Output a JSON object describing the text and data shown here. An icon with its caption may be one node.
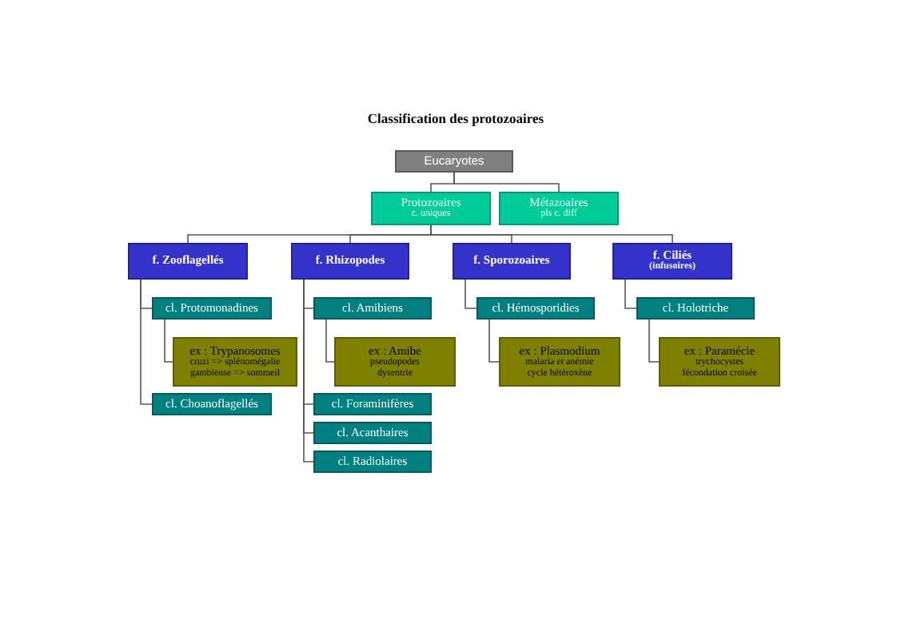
{
  "diagram": {
    "title": "Classification des protozoaires",
    "nodes": [
      {
        "text": [
          "Eucaryotes"
        ]
      },
      {
        "text": [
          "Protozoaires",
          "c. uniques"
        ]
      },
      {
        "text": [
          "Métazoaires",
          "pls c. diff"
        ]
      },
      {
        "text": [
          "f. Zooflagellés"
        ]
      },
      {
        "text": [
          "cl. Protomonadines"
        ]
      },
      {
        "text": [
          "ex : Trypanosomes",
          "cruzi => splénomégalie",
          "gambiense => sommeil"
        ]
      },
      {
        "text": [
          "cl. Choanoflagellés"
        ]
      },
      {
        "text": [
          "f. Rhizopodes"
        ]
      },
      {
        "text": [
          "cl. Amibiens"
        ]
      },
      {
        "text": [
          "ex : Amibe",
          "pseudopodes",
          "dysentrie"
        ]
      },
      {
        "text": [
          "cl. Foraminifères"
        ]
      },
      {
        "text": [
          "cl. Acanthaires"
        ]
      },
      {
        "text": [
          "cl. Radiolaires"
        ]
      },
      {
        "text": [
          "f. Sporozoaires"
        ]
      },
      {
        "text": [
          "cl. Hémosporidies"
        ]
      },
      {
        "text": [
          "ex : Plasmodium",
          "malaria et anémie",
          "cycle hétéroxène"
        ]
      },
      {
        "text": [
          "f. Ciliés",
          "(infusoires)"
        ]
      },
      {
        "text": [
          "cl. Holotriche"
        ]
      },
      {
        "text": [
          "ex : Paramécie",
          "trychocystes",
          "fécondation croisée"
        ]
      }
    ],
    "edges": [
      {
        "from": 0,
        "to": 1,
        "arrow": "none"
      },
      {
        "from": 0,
        "to": 2,
        "arrow": "none"
      },
      {
        "from": 1,
        "to": 3,
        "arrow": "none"
      },
      {
        "from": 1,
        "to": 7,
        "arrow": "none"
      },
      {
        "from": 1,
        "to": 13,
        "arrow": "none"
      },
      {
        "from": 1,
        "to": 16,
        "arrow": "none"
      },
      {
        "from": 3,
        "to": 4,
        "arrow": "none"
      },
      {
        "from": 4,
        "to": 5,
        "arrow": "none"
      },
      {
        "from": 3,
        "to": 6,
        "arrow": "none"
      },
      {
        "from": 7,
        "to": 8,
        "arrow": "none"
      },
      {
        "from": 8,
        "to": 9,
        "arrow": "none"
      },
      {
        "from": 7,
        "to": 10,
        "arrow": "none"
      },
      {
        "from": 7,
        "to": 11,
        "arrow": "none"
      },
      {
        "from": 7,
        "to": 12,
        "arrow": "none"
      },
      {
        "from": 13,
        "to": 14,
        "arrow": "none"
      },
      {
        "from": 14,
        "to": 15,
        "arrow": "none"
      },
      {
        "from": 16,
        "to": 17,
        "arrow": "none"
      },
      {
        "from": 17,
        "to": 18,
        "arrow": "none"
      }
    ]
  }
}
